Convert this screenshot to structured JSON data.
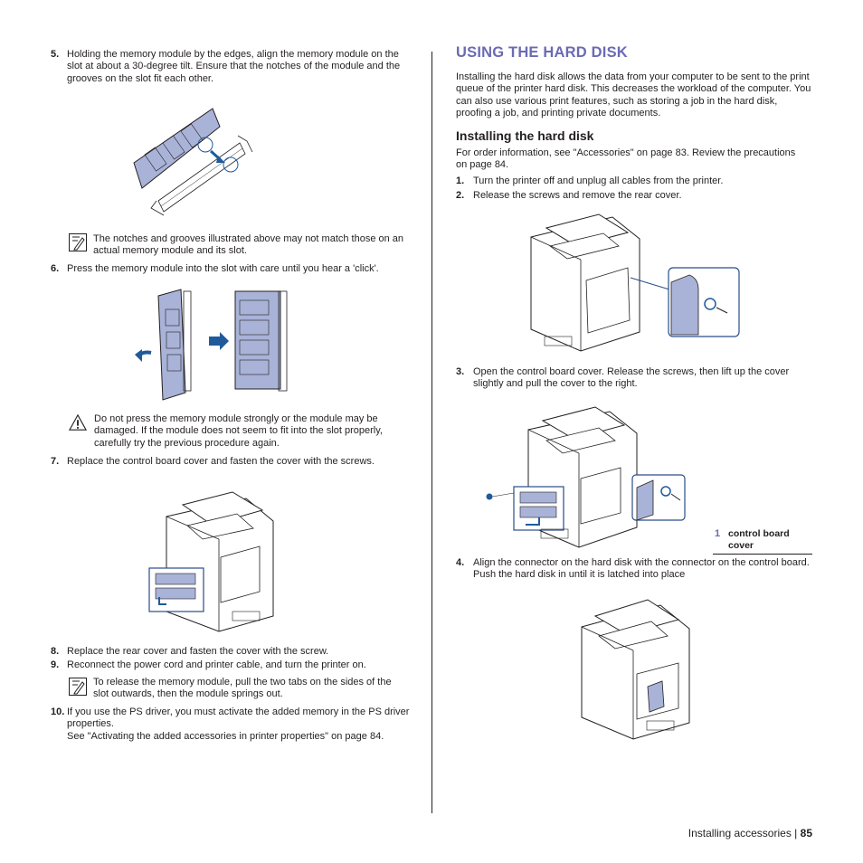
{
  "left": {
    "step5": {
      "num": "5.",
      "text": "Holding the memory module by the edges, align the memory module on the slot at about a 30-degree tilt. Ensure that the notches of the module and the grooves on the slot fit each other."
    },
    "note1": {
      "text": "The notches and grooves illustrated above may not match those on an actual memory module and its slot."
    },
    "step6": {
      "num": "6.",
      "text": "Press the memory module into the slot with care until you hear a 'click'."
    },
    "caution": {
      "text": "Do not press the memory module strongly or the module may be damaged. If the module does not seem to fit into the slot properly, carefully try the previous procedure again."
    },
    "step7": {
      "num": "7.",
      "text": "Replace the control board cover and fasten the cover with the screws."
    },
    "step8": {
      "num": "8.",
      "text": "Replace the rear cover and fasten the cover with the screw."
    },
    "step9": {
      "num": "9.",
      "text": "Reconnect the power cord and printer cable, and turn the printer on."
    },
    "note2": {
      "text": "To release the memory module, pull the two tabs on the sides of the slot outwards, then the module springs out."
    },
    "step10": {
      "num": "10.",
      "text": "If you use the PS driver, you must activate the added memory in the PS driver properties.",
      "text2": "See \"Activating the added accessories in printer properties\" on page 84."
    }
  },
  "right": {
    "title": "USING THE HARD DISK",
    "intro": "Installing the hard disk allows the data from your computer to be sent to the print queue of the printer hard disk. This decreases the workload of the computer. You can also use various print features, such as storing a job in the hard disk, proofing a job, and printing private documents.",
    "subtitle": "Installing the hard disk",
    "order": "For order information, see \"Accessories\" on page 83. Review the precautions on page 84.",
    "step1": {
      "num": "1.",
      "text": "Turn the printer off and unplug all cables from the printer."
    },
    "step2": {
      "num": "2.",
      "text": "Release the screws and remove the rear cover."
    },
    "step3": {
      "num": "3.",
      "text": "Open the control board cover. Release the screws, then lift up the cover slightly and pull the cover to the right."
    },
    "callout": {
      "num": "1",
      "label": "control board cover"
    },
    "step4": {
      "num": "4.",
      "text": "Align the connector on the hard disk with the connector on the control board. Push the hard disk in until it is latched into place"
    }
  },
  "footer": {
    "section": "Installing accessories",
    "sep": "|",
    "page": "85"
  },
  "colors": {
    "heading": "#6a6bb3",
    "module_fill": "#a9b3d8",
    "arrow": "#1f5b9a",
    "callout_box": "#2a4e8a"
  },
  "icons": {
    "note": "note-pencil-icon",
    "caution": "warning-triangle-icon"
  }
}
